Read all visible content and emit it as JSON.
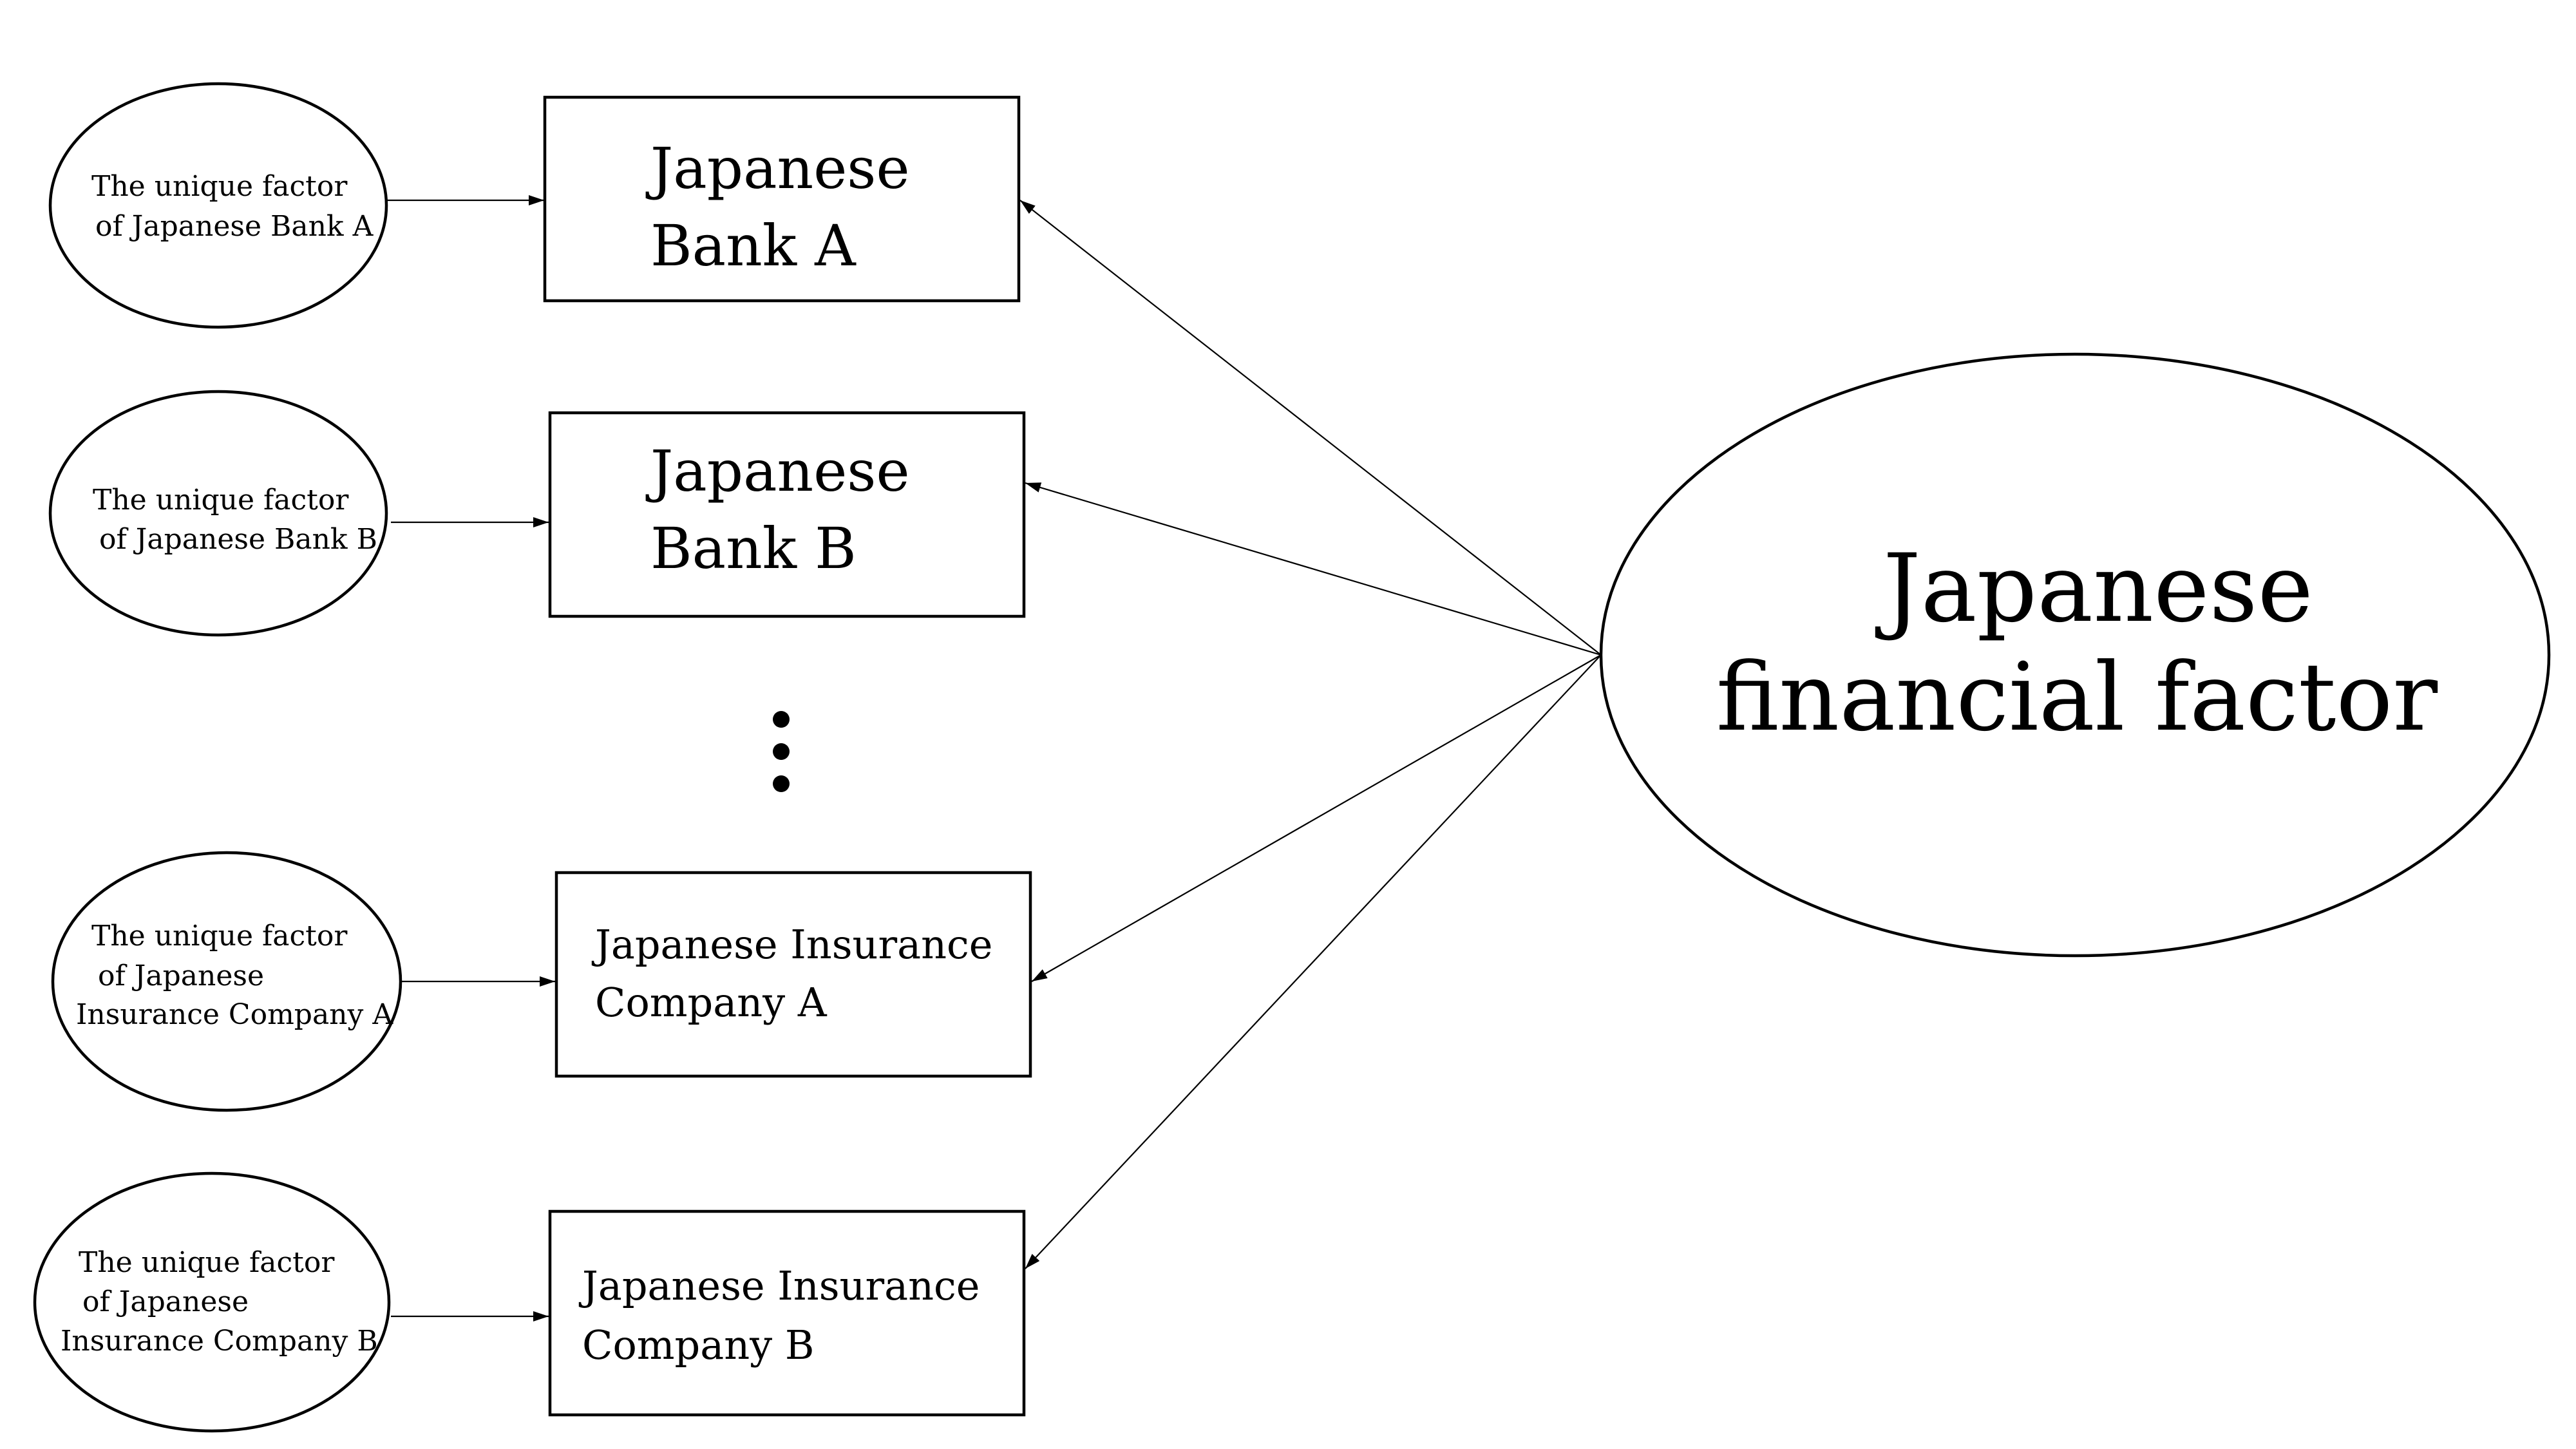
{
  "diagram": {
    "main_factor": {
      "line1": "Japanese",
      "line2": "financial factor"
    },
    "institutions": {
      "bank_a": {
        "line1": "Japanese",
        "line2": "Bank A"
      },
      "bank_b": {
        "line1": "Japanese",
        "line2": "Bank B"
      },
      "insurance_a": {
        "line1": "Japanese Insurance",
        "line2": "Company A"
      },
      "insurance_b": {
        "line1": "Japanese Insurance",
        "line2": "Company B"
      }
    },
    "unique_factors": {
      "bank_a": {
        "line1": "The unique factor",
        "line2": "of Japanese Bank A"
      },
      "bank_b": {
        "line1": "The unique factor",
        "line2": "of Japanese Bank B"
      },
      "insurance_a": {
        "line1": "The unique factor",
        "line2": "of Japanese",
        "line3": "Insurance Company A"
      },
      "insurance_b": {
        "line1": "The unique factor",
        "line2": "of Japanese",
        "line3": "Insurance Company B"
      }
    }
  }
}
